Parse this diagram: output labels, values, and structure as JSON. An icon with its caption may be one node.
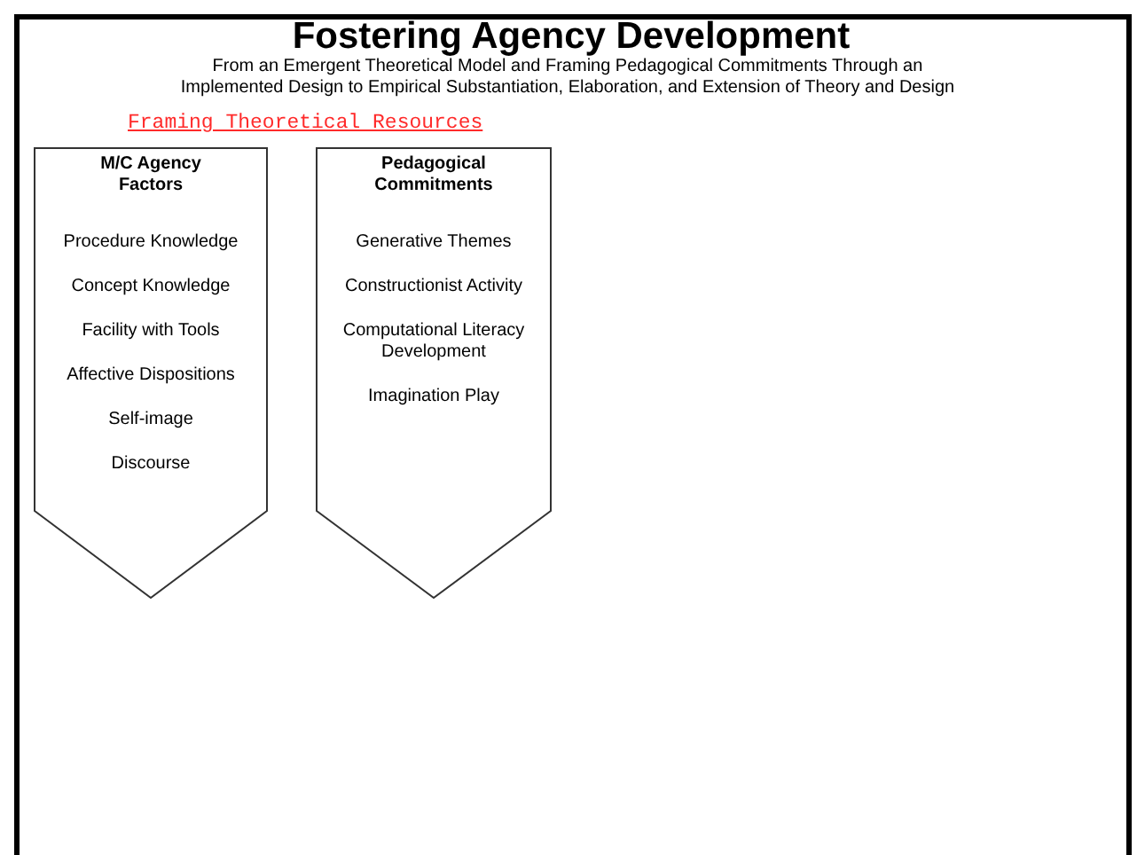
{
  "diagram": {
    "title": "Fostering Agency Development",
    "caption": "From an Emergent Theoretical Model and Framing Pedagogical Commitments Through an Implemented Design to Empirical Substantiation, Elaboration, and Extension of Theory and Design",
    "nodes": [
      {
        "text": [
          "M/C Agency Factors",
          "Procedure Knowledge",
          "Concept Knowledge",
          "Facility with Tools",
          "Affective Dispositions",
          "Self-image",
          "Discourse"
        ]
      },
      {
        "text": [
          "Pedagogical Commitments",
          "Generative Themes",
          "Constructionist Activity",
          "Computational Literacy Development",
          "Imagination Play"
        ]
      }
    ],
    "labels": [
      "Framing Theoretical Resources"
    ]
  }
}
